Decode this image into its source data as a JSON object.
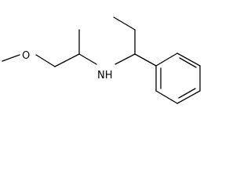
{
  "molecule": {
    "atoms": [
      {
        "id": "methyl_o",
        "label": ""
      },
      {
        "id": "O",
        "label": "O"
      },
      {
        "id": "ch2",
        "label": ""
      },
      {
        "id": "ch_left",
        "label": ""
      },
      {
        "id": "ch3_left",
        "label": ""
      },
      {
        "id": "N",
        "label": "NH"
      },
      {
        "id": "ch_right",
        "label": ""
      },
      {
        "id": "ch2_ethyl",
        "label": ""
      },
      {
        "id": "ch3_ethyl",
        "label": ""
      },
      {
        "id": "ipso",
        "label": ""
      }
    ],
    "bond_color": "#000000",
    "label_color": "#000000"
  }
}
